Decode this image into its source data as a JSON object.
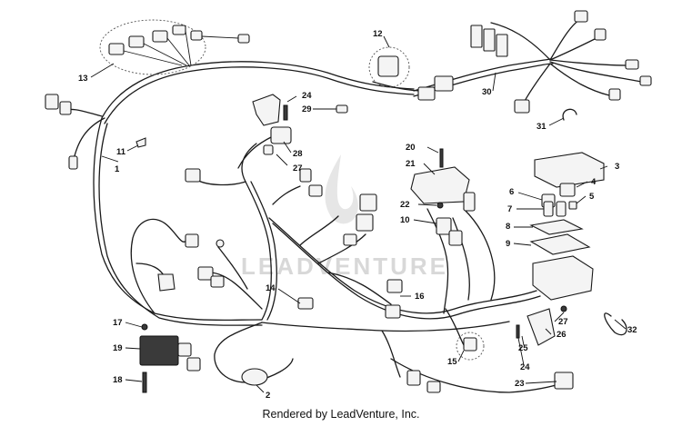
{
  "footer": {
    "credit": "Rendered by LeadVenture, Inc."
  },
  "watermark": {
    "text": "LEADVENTURE",
    "icon": "flame-logo-icon",
    "color": "#d8d8d8"
  },
  "callouts": [
    {
      "id": "c1",
      "label": "1"
    },
    {
      "id": "c2",
      "label": "2"
    },
    {
      "id": "c3",
      "label": "3"
    },
    {
      "id": "c4",
      "label": "4"
    },
    {
      "id": "c5",
      "label": "5"
    },
    {
      "id": "c6",
      "label": "6"
    },
    {
      "id": "c7",
      "label": "7"
    },
    {
      "id": "c8",
      "label": "8"
    },
    {
      "id": "c9",
      "label": "9"
    },
    {
      "id": "c10",
      "label": "10"
    },
    {
      "id": "c11",
      "label": "11"
    },
    {
      "id": "c12",
      "label": "12"
    },
    {
      "id": "c13",
      "label": "13"
    },
    {
      "id": "c14",
      "label": "14"
    },
    {
      "id": "c15",
      "label": "15"
    },
    {
      "id": "c16",
      "label": "16"
    },
    {
      "id": "c17",
      "label": "17"
    },
    {
      "id": "c18",
      "label": "18"
    },
    {
      "id": "c19",
      "label": "19"
    },
    {
      "id": "c20",
      "label": "20"
    },
    {
      "id": "c21",
      "label": "21"
    },
    {
      "id": "c22",
      "label": "22"
    },
    {
      "id": "c23",
      "label": "23"
    },
    {
      "id": "c24a",
      "label": "24"
    },
    {
      "id": "c24b",
      "label": "24"
    },
    {
      "id": "c25",
      "label": "25"
    },
    {
      "id": "c26",
      "label": "26"
    },
    {
      "id": "c27a",
      "label": "27"
    },
    {
      "id": "c27b",
      "label": "27"
    },
    {
      "id": "c28",
      "label": "28"
    },
    {
      "id": "c29",
      "label": "29"
    },
    {
      "id": "c30",
      "label": "30"
    },
    {
      "id": "c31",
      "label": "31"
    },
    {
      "id": "c32",
      "label": "32"
    }
  ]
}
